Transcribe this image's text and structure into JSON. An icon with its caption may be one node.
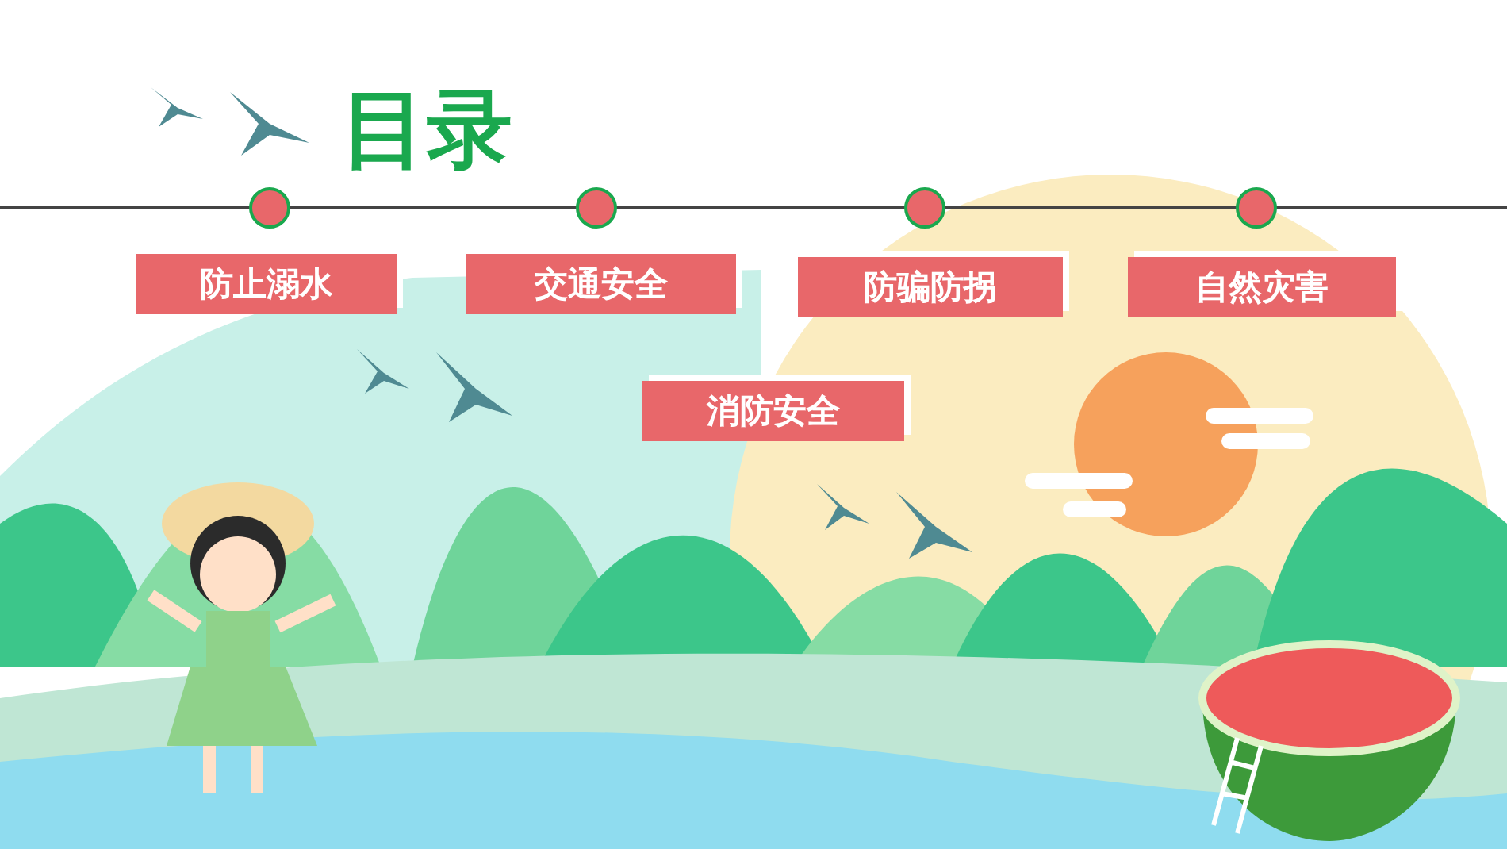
{
  "diagram": {
    "title": "目录",
    "nodes": [
      {
        "text": [
          "防止溺水"
        ]
      },
      {
        "text": [
          "交通安全"
        ]
      },
      {
        "text": [
          "防骗防拐"
        ]
      },
      {
        "text": [
          "自然灾害"
        ]
      },
      {
        "text": [
          "消防安全"
        ]
      }
    ]
  }
}
